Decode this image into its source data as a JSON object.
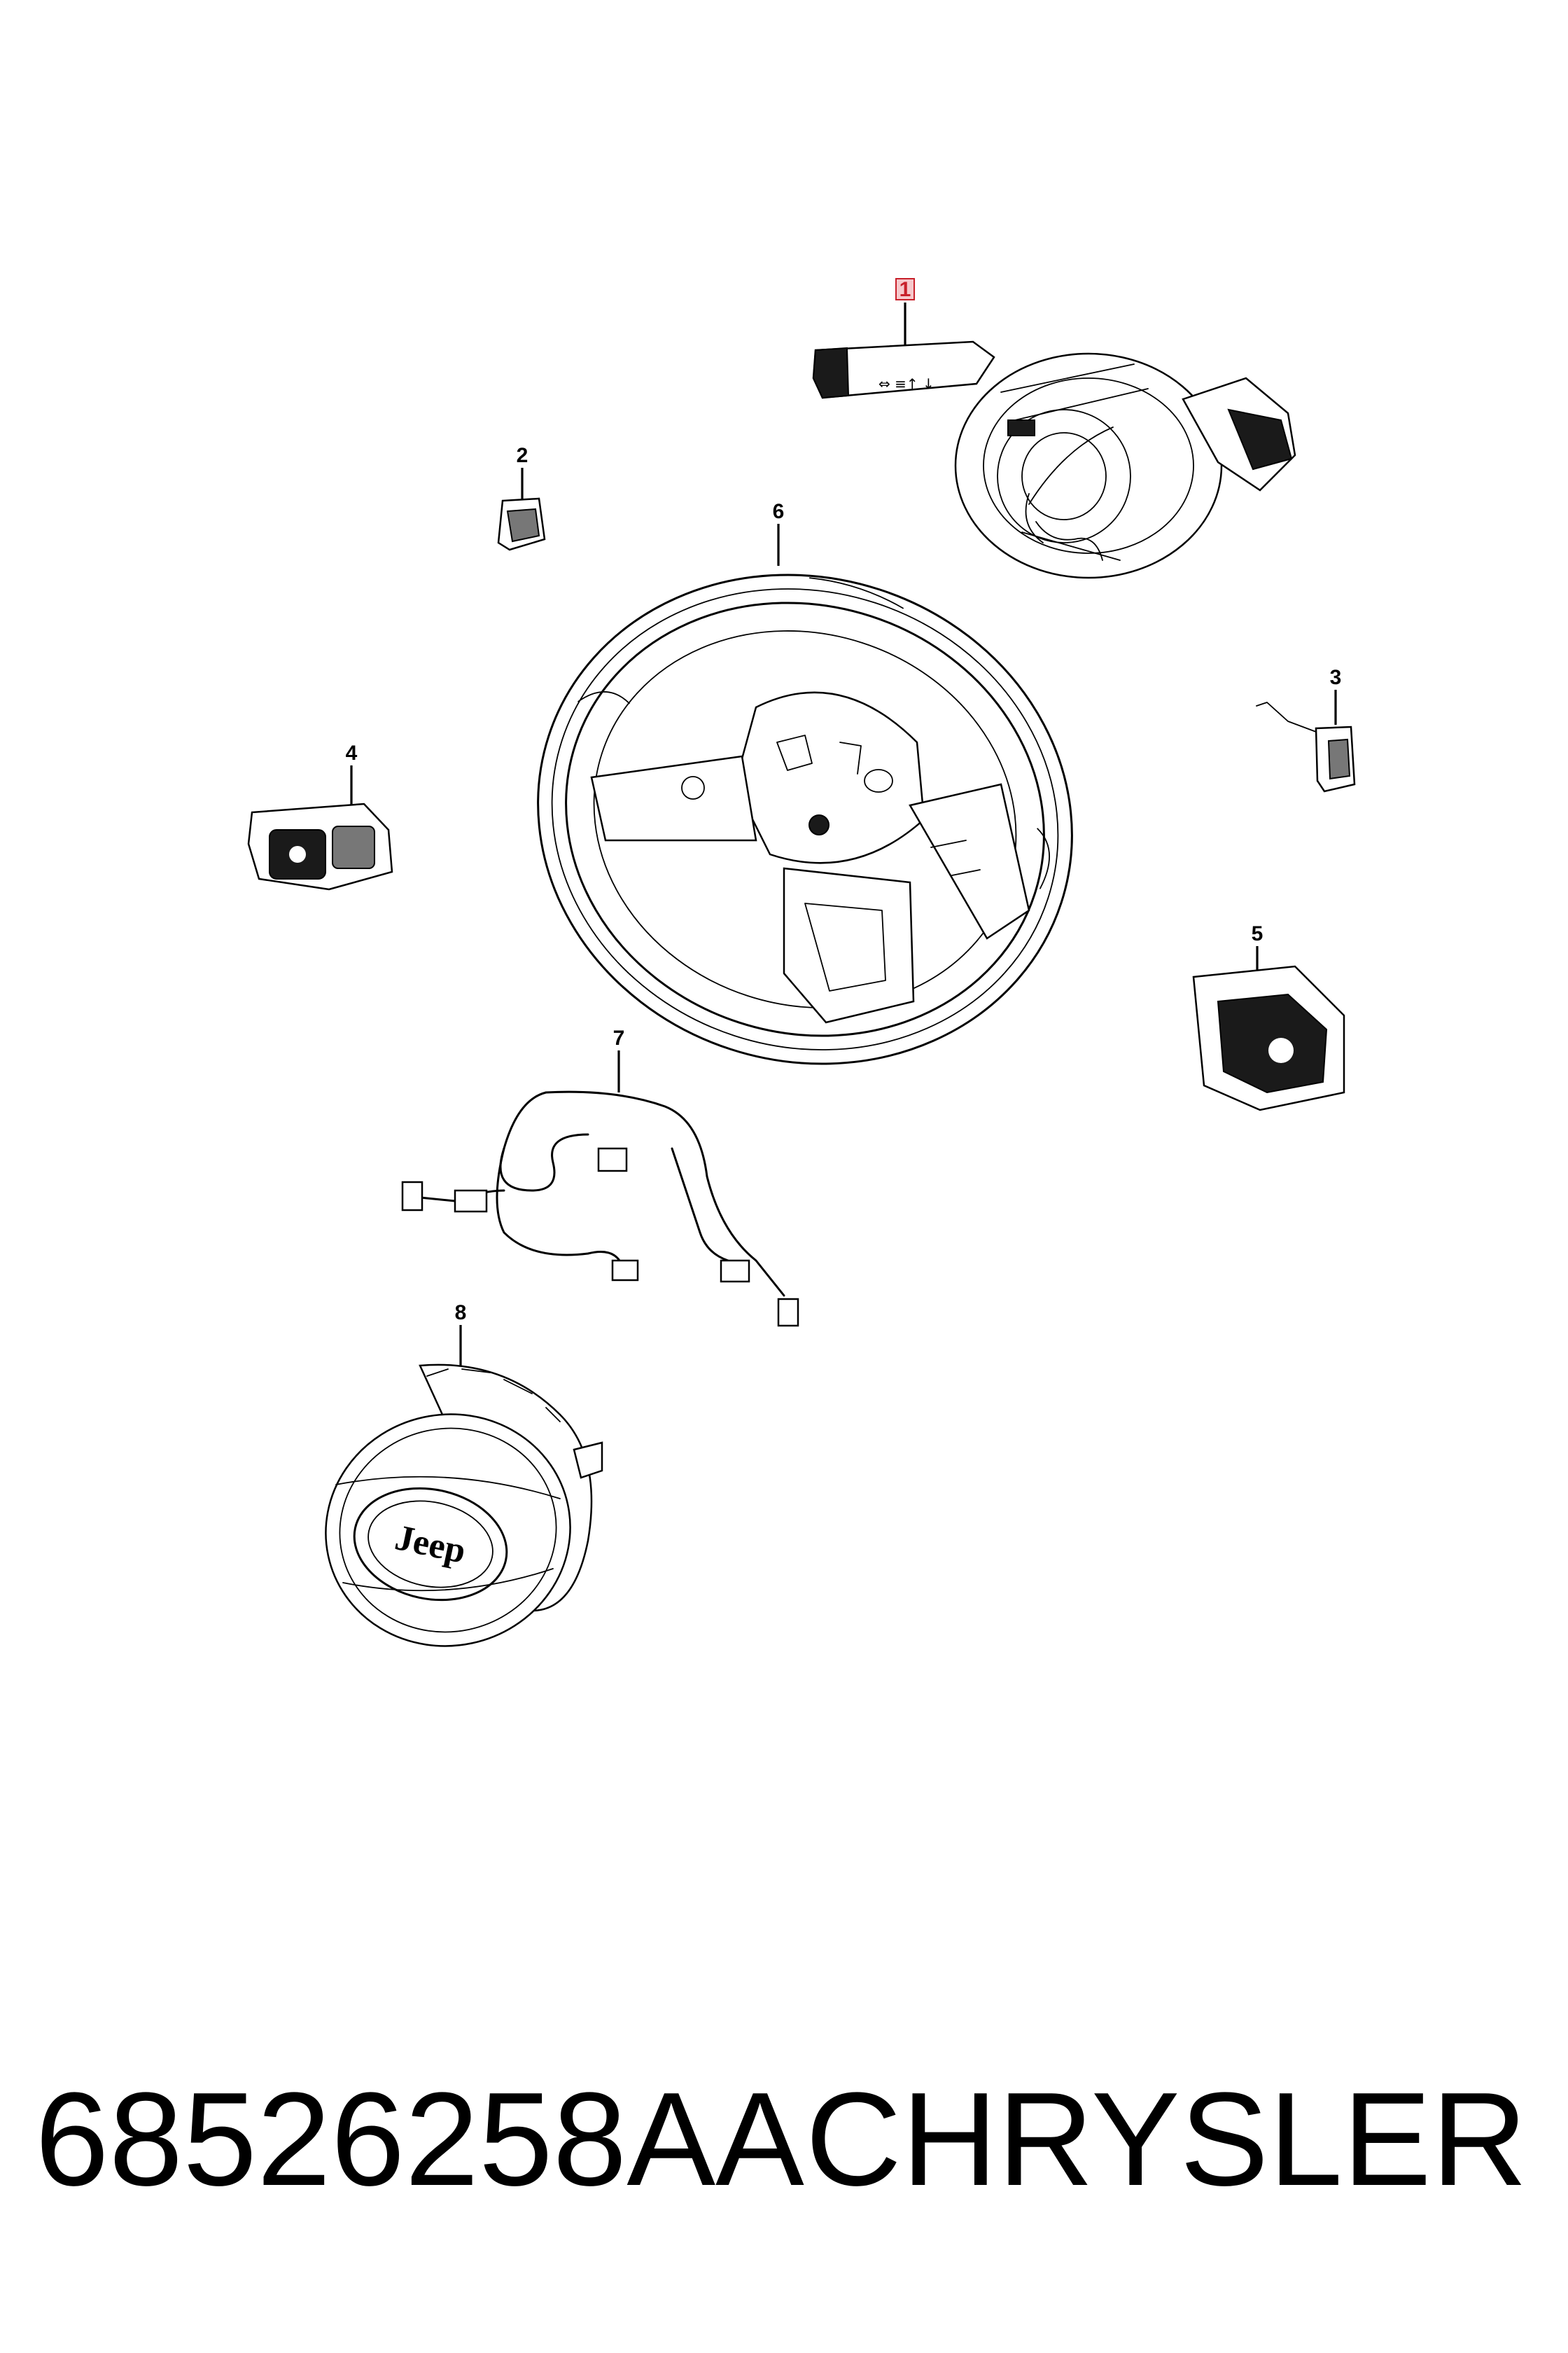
{
  "callouts": [
    {
      "id": "1",
      "label": "1",
      "highlighted": true,
      "highlight_color": "#c8202a"
    },
    {
      "id": "2",
      "label": "2"
    },
    {
      "id": "3",
      "label": "3"
    },
    {
      "id": "4",
      "label": "4"
    },
    {
      "id": "5",
      "label": "5"
    },
    {
      "id": "6",
      "label": "6"
    },
    {
      "id": "7",
      "label": "7"
    },
    {
      "id": "8",
      "label": "8"
    }
  ],
  "logo_text": "Jeep",
  "footer": {
    "part_number": "68526258AA",
    "brand": "CHRYSLER"
  }
}
